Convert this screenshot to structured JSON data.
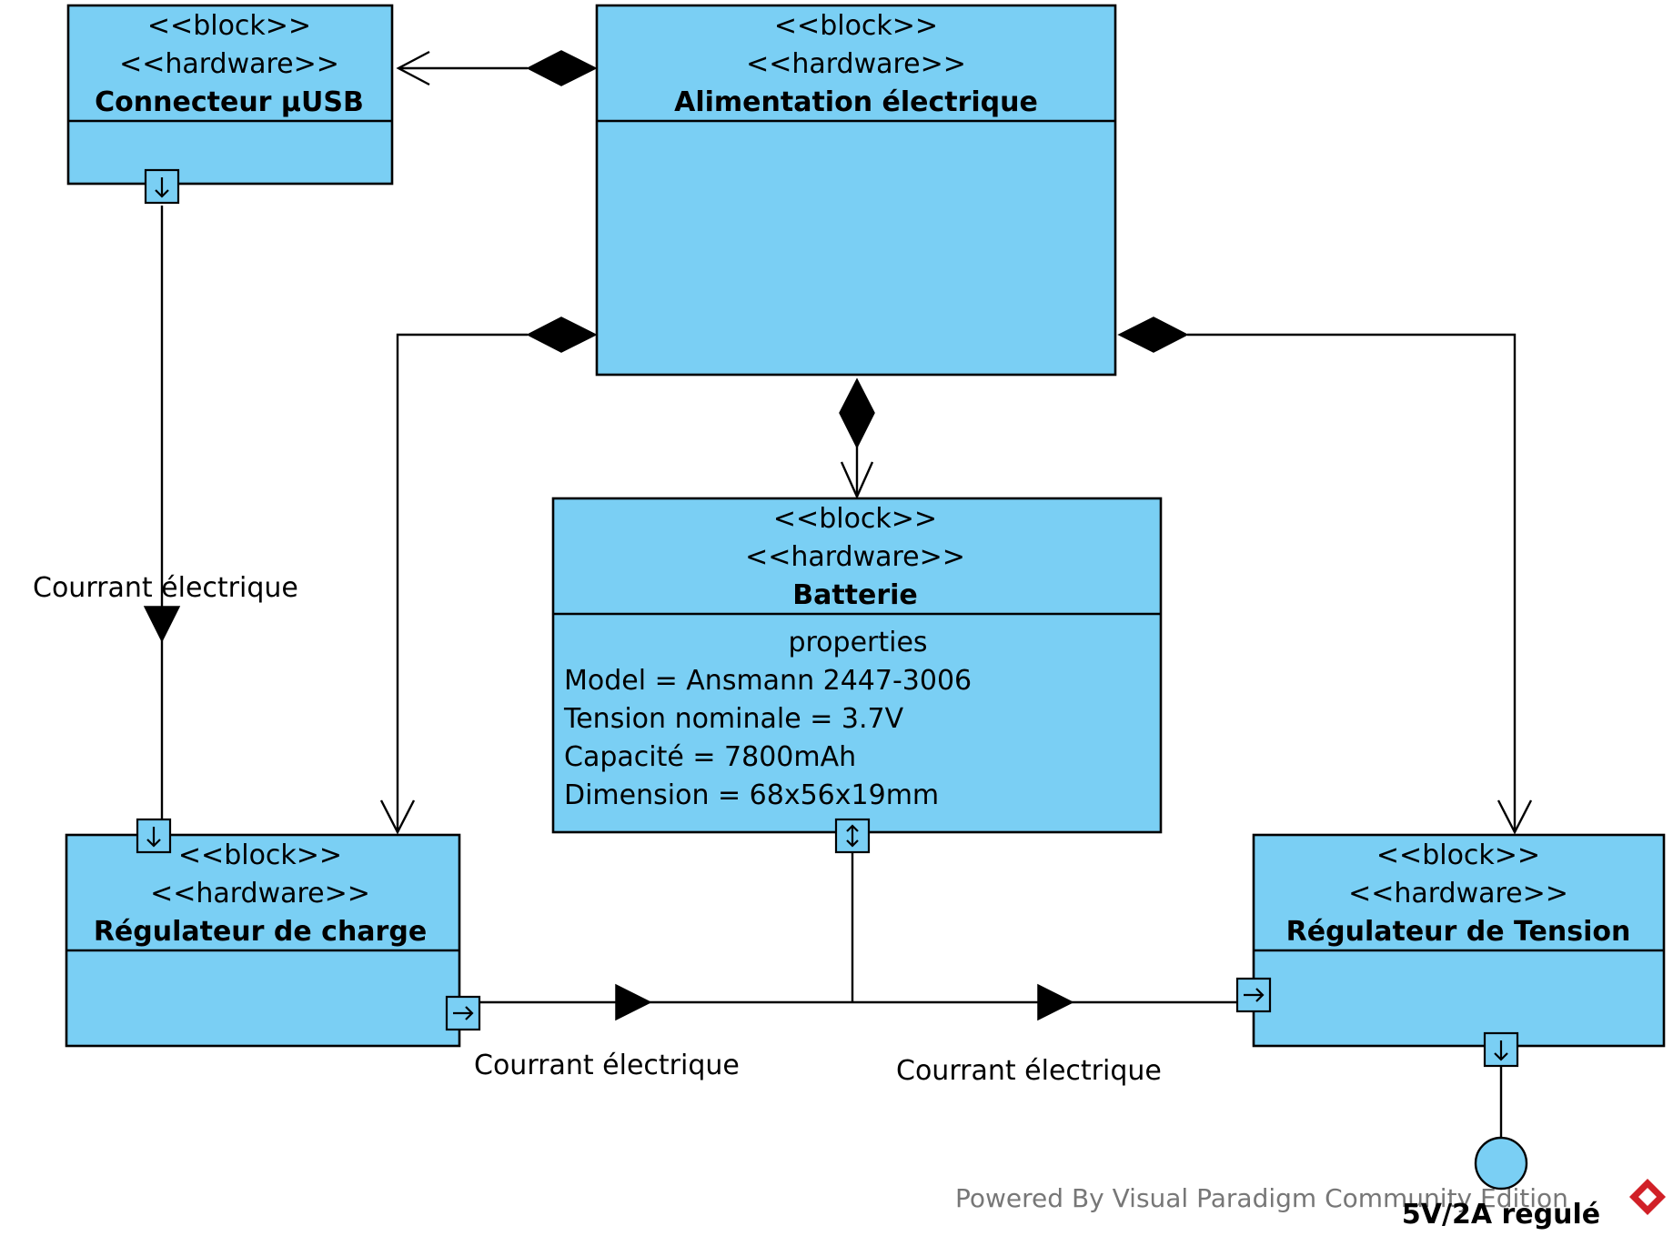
{
  "blocks": {
    "connecteur": {
      "stereotypes": [
        "<<block>>",
        "<<hardware>>"
      ],
      "name": "Connecteur µUSB"
    },
    "alimentation": {
      "stereotypes": [
        "<<block>>",
        "<<hardware>>"
      ],
      "name": "Alimentation électrique"
    },
    "batterie": {
      "stereotypes": [
        "<<block>>",
        "<<hardware>>"
      ],
      "name": "Batterie",
      "compartment_title": "properties",
      "properties": [
        "Model = Ansmann 2447-3006",
        "Tension nominale = 3.7V",
        "Capacité = 7800mAh",
        "Dimension = 68x56x19mm"
      ]
    },
    "regulateur_charge": {
      "stereotypes": [
        "<<block>>",
        "<<hardware>>"
      ],
      "name": "Régulateur de charge"
    },
    "regulateur_tension": {
      "stereotypes": [
        "<<block>>",
        "<<hardware>>"
      ],
      "name": "Régulateur de Tension"
    }
  },
  "flows": {
    "usb_to_charge": "Courrant électrique",
    "charge_to_bus": "Courrant électrique",
    "bus_to_tension": "Courrant électrique"
  },
  "interface": {
    "label": "5V/2A regulé"
  },
  "watermark": "Powered By Visual Paradigm Community Edition",
  "colors": {
    "block_fill": "#7acff4",
    "stroke": "#000000",
    "logo": "#d12027"
  }
}
